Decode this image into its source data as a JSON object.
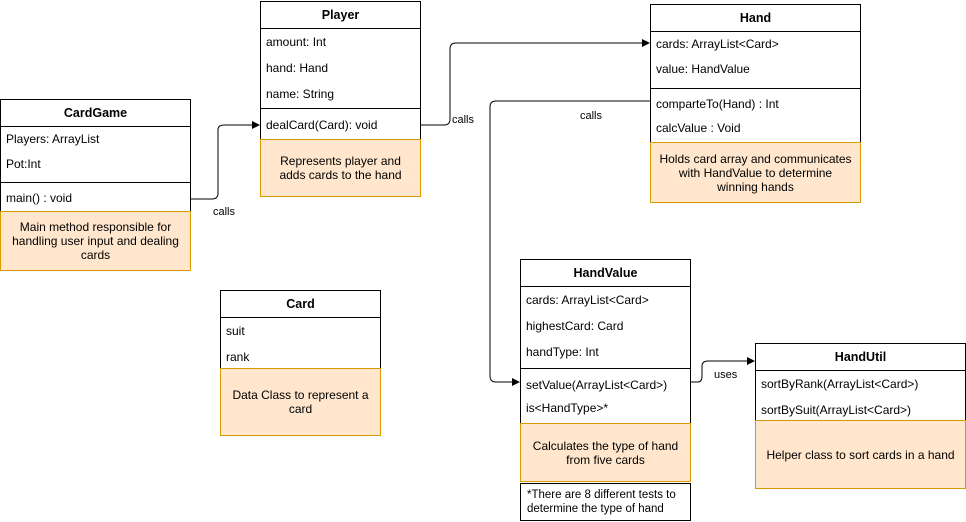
{
  "classes": {
    "cardgame": {
      "name": "CardGame",
      "attrs": [
        "Players: ArrayList",
        "Pot:Int"
      ],
      "methods": [
        "main() : void"
      ],
      "note": "Main method responsible for handling user input and dealing cards"
    },
    "player": {
      "name": "Player",
      "attrs": [
        "amount: Int",
        "hand: Hand",
        "name: String"
      ],
      "methods": [
        "dealCard(Card): void"
      ],
      "note": "Represents player and adds cards to the hand"
    },
    "hand": {
      "name": "Hand",
      "attrs": [
        "cards: ArrayList<Card>",
        "value: HandValue"
      ],
      "methods": [
        "comparteTo(Hand) : Int",
        "calcValue : Void"
      ],
      "note": "Holds card array and communicates with HandValue to determine winning hands"
    },
    "card": {
      "name": "Card",
      "attrs": [
        "suit",
        "rank"
      ],
      "note": "Data Class to represent a card"
    },
    "handvalue": {
      "name": "HandValue",
      "attrs": [
        "cards: ArrayList<Card>",
        "highestCard: Card",
        "handType: Int"
      ],
      "methods": [
        "setValue(ArrayList<Card>)",
        "is<HandType>*"
      ],
      "note": "Calculates the type of hand from five cards",
      "footnote": "*There are 8 different tests to determine the type of hand"
    },
    "handutil": {
      "name": "HandUtil",
      "methods": [
        "sortByRank(ArrayList<Card>)",
        "sortBySuit(ArrayList<Card>)"
      ],
      "note": "Helper class to sort cards in a hand"
    }
  },
  "edges": {
    "cardgame_player": "calls",
    "player_hand": "calls",
    "hand_handvalue": "calls",
    "handvalue_handutil": "uses"
  }
}
